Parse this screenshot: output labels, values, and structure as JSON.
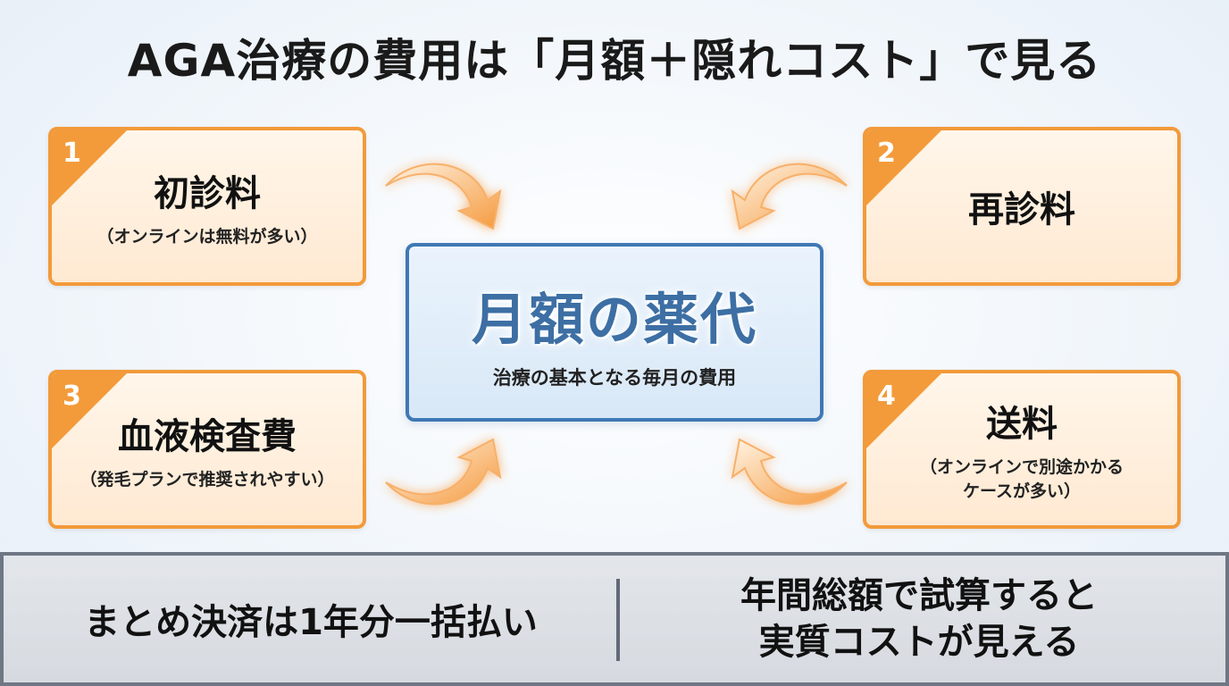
{
  "title": "AGA治療の費用は「月額＋隠れコスト」で見る",
  "center": {
    "title": "月額の薬代",
    "subtitle": "治療の基本となる毎月の費用"
  },
  "cards": [
    {
      "number": "1",
      "label": "初診料",
      "note": "（オンラインは無料が多い）"
    },
    {
      "number": "2",
      "label": "再診料",
      "note": ""
    },
    {
      "number": "3",
      "label": "血液検査費",
      "note": "（発毛プランで推奨されやすい）"
    },
    {
      "number": "4",
      "label": "送料",
      "note_lines": [
        "（オンラインで別途かかる",
        "ケースが多い）"
      ]
    }
  ],
  "bottom": {
    "left": "まとめ決済は1年分一括払い",
    "right_lines": [
      "年間総額で試算すると",
      "実質コストが見える"
    ]
  },
  "colors": {
    "card_border": "#f29a3b",
    "card_fill": "#ffe9d2",
    "center_border": "#3f78b5",
    "center_title": "#3d6fa4",
    "arrow": "#f5a04a",
    "bottom_bg": "#d6dae0"
  }
}
